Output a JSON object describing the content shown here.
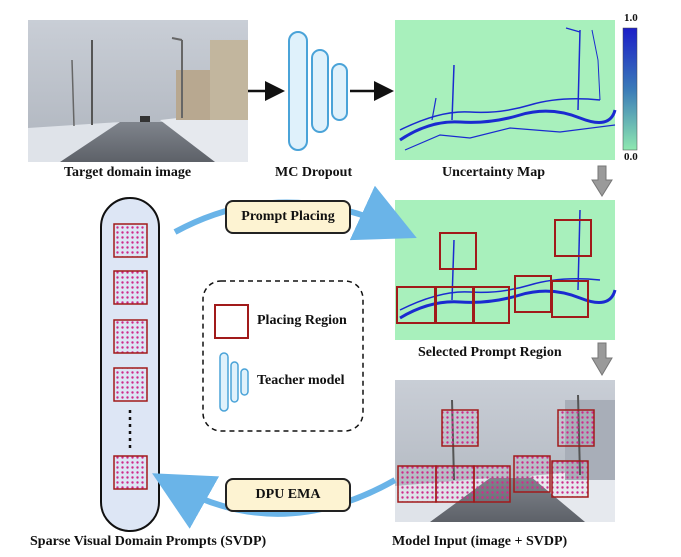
{
  "captions": {
    "target_image": "Target domain image",
    "mc_dropout": "MC Dropout",
    "uncertainty_map": "Uncertainty Map",
    "selected_region": "Selected Prompt Region",
    "svdp": "Sparse Visual Domain Prompts (SVDP)",
    "model_input": "Model Input (image + SVDP)"
  },
  "labels": {
    "prompt_placing": "Prompt Placing",
    "dpu_ema": "DPU EMA"
  },
  "legend": {
    "placing_region": "Placing Region",
    "teacher_model": "Teacher model"
  },
  "colorbar": {
    "max": "1.0",
    "min": "0.0"
  },
  "colors": {
    "prompt_box": "#a11a1a",
    "prompt_dots": "#d02a8a",
    "map_green": "#a8f0bc",
    "uncertainty_blue": "#1a2ad0",
    "arrow_blue": "#6ab4e8",
    "pill_fill": "#fdf3d2"
  }
}
